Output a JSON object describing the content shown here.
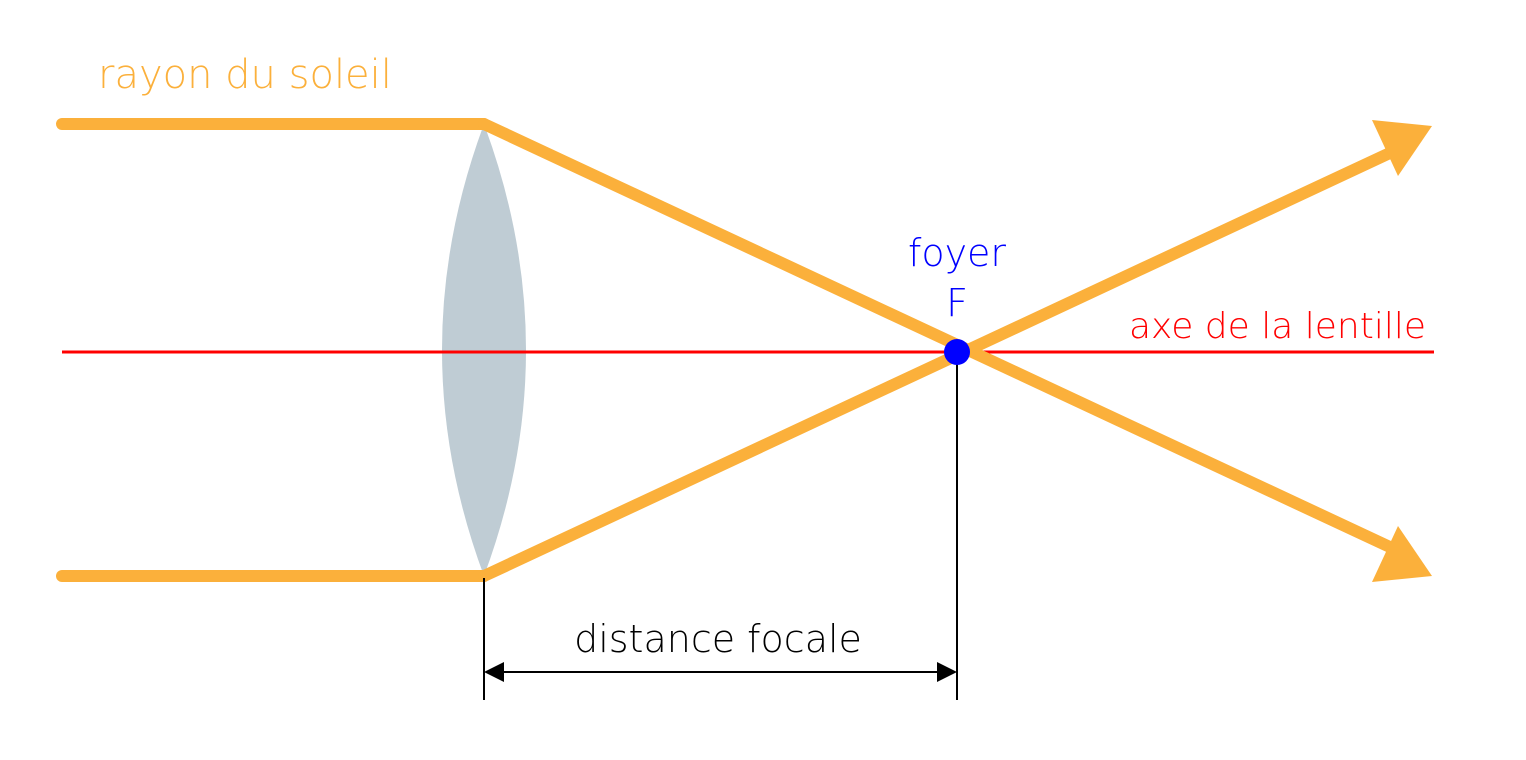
{
  "labels": {
    "sun_ray": "rayon du soleil",
    "focus_line1": "foyer",
    "focus_line2": "F",
    "lens_axis": "axe de la lentille",
    "focal_distance": "distance focale"
  },
  "colors": {
    "ray": "#FBB03B",
    "axis": "#FF0000",
    "lens": "#BFCCD4",
    "focus": "#0000FF",
    "dimension": "#000000",
    "background": "#FFFFFF"
  }
}
